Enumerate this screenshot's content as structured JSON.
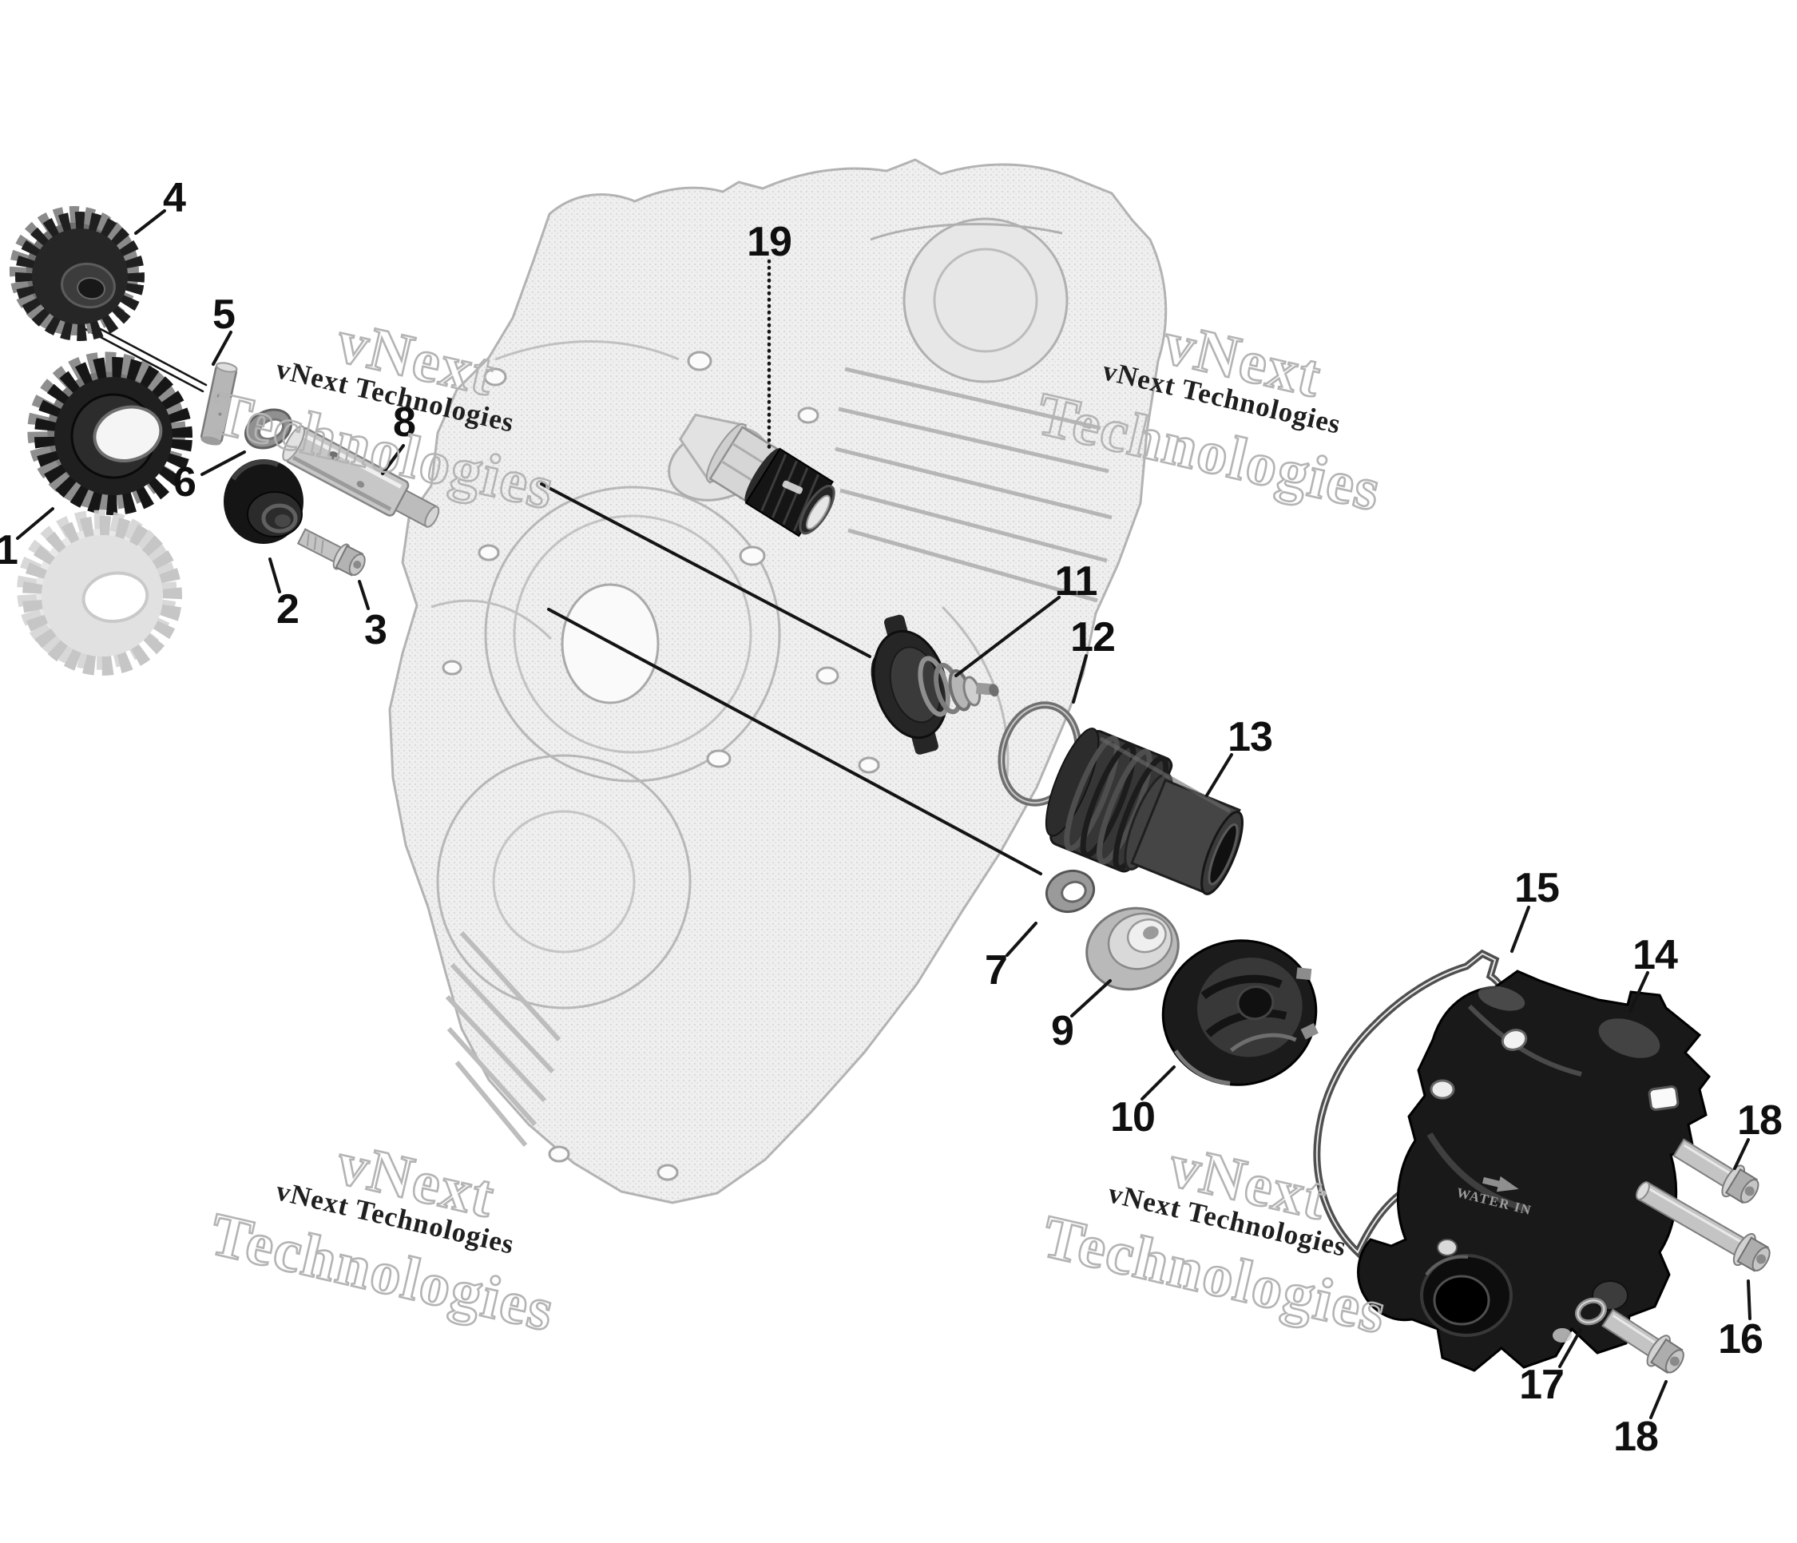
{
  "figure": {
    "background": "#ffffff",
    "description": "Exploded parts diagram - engine cooling system with water pump"
  },
  "watermark": {
    "line1": "vNext",
    "line2": "Technologies",
    "text": "vNext Technologies"
  },
  "pump": {
    "water_in_label": "WATER IN"
  },
  "colors": {
    "leader_line": "#141414",
    "callout_text": "#0f0f0f",
    "watermark_outline": "#b4b4b4",
    "watermark_text": "#1f1f1f",
    "dark_part": "#1a1a1a",
    "metal_part": "#c7c7c7",
    "faded_case": "#bdbdbd"
  },
  "callouts": [
    {
      "label": "1"
    },
    {
      "label": "2"
    },
    {
      "label": "3"
    },
    {
      "label": "4"
    },
    {
      "label": "5"
    },
    {
      "label": "6"
    },
    {
      "label": "7"
    },
    {
      "label": "8"
    },
    {
      "label": "9"
    },
    {
      "label": "10"
    },
    {
      "label": "11"
    },
    {
      "label": "12"
    },
    {
      "label": "13"
    },
    {
      "label": "14"
    },
    {
      "label": "15"
    },
    {
      "label": "16"
    },
    {
      "label": "17"
    },
    {
      "label": "18"
    },
    {
      "label": "19"
    },
    {
      "label": "18"
    }
  ]
}
